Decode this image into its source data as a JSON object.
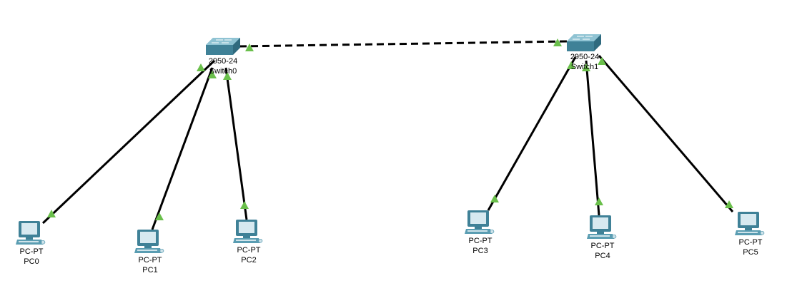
{
  "switches": [
    {
      "model": "2950-24",
      "name": "Switch0"
    },
    {
      "model": "2950-24",
      "name": "Switch1"
    }
  ],
  "pcs": [
    {
      "model": "PC-PT",
      "name": "PC0"
    },
    {
      "model": "PC-PT",
      "name": "PC1"
    },
    {
      "model": "PC-PT",
      "name": "PC2"
    },
    {
      "model": "PC-PT",
      "name": "PC3"
    },
    {
      "model": "PC-PT",
      "name": "PC4"
    },
    {
      "model": "PC-PT",
      "name": "PC5"
    }
  ],
  "links": [
    {
      "from": "PC0",
      "to": "Switch0",
      "type": "copper-straight"
    },
    {
      "from": "PC1",
      "to": "Switch0",
      "type": "copper-straight"
    },
    {
      "from": "PC2",
      "to": "Switch0",
      "type": "copper-straight"
    },
    {
      "from": "Switch0",
      "to": "Switch1",
      "type": "copper-cross"
    },
    {
      "from": "PC3",
      "to": "Switch1",
      "type": "copper-straight"
    },
    {
      "from": "PC4",
      "to": "Switch1",
      "type": "copper-straight"
    },
    {
      "from": "PC5",
      "to": "Switch1",
      "type": "copper-straight"
    }
  ],
  "colors": {
    "link_up": "#6abf4b",
    "cable": "#000000",
    "device": "#4a8fa3"
  }
}
